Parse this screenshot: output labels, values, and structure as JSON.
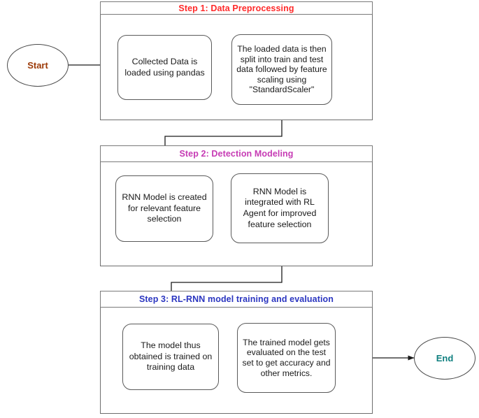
{
  "diagram": {
    "title": "Machine learning pipeline flowchart",
    "colors": {
      "step1_header_text": "#ff2a2a",
      "step2_header_text": "#c63bb4",
      "step3_header_text": "#2b36c0",
      "start_text": "#9c3a08",
      "end_text": "#0f7f7f",
      "box_border": "#5a5a5a",
      "panel_border": "#6d6d6d",
      "connector": "#1a1a1a",
      "background": "#ffffff"
    }
  },
  "terminators": {
    "start": {
      "label": "Start"
    },
    "end": {
      "label": "End"
    }
  },
  "steps": [
    {
      "id": "step1",
      "header": "Step 1: Data Preprocessing",
      "boxes": [
        {
          "id": "s1b1",
          "text": "Collected Data is loaded using pandas"
        },
        {
          "id": "s1b2",
          "text": "The loaded data is then split into train and test data followed by feature scaling using \"StandardScaler\""
        }
      ]
    },
    {
      "id": "step2",
      "header": "Step 2: Detection Modeling",
      "boxes": [
        {
          "id": "s2b1",
          "text": "RNN Model is created for relevant feature selection"
        },
        {
          "id": "s2b2",
          "text": "RNN Model is integrated with RL Agent for improved feature selection"
        }
      ]
    },
    {
      "id": "step3",
      "header": "Step 3: RL-RNN model training and evaluation",
      "boxes": [
        {
          "id": "s3b1",
          "text": "The model thus obtained is trained on training data"
        },
        {
          "id": "s3b2",
          "text": "The trained model gets evaluated on the test set to get accuracy and other metrics."
        }
      ]
    }
  ],
  "connectors": [
    {
      "id": "start-to-s1b1",
      "from": "start",
      "to": "s1b1",
      "kind": "arrow-right"
    },
    {
      "id": "s1b1-to-s1b2",
      "from": "s1b1",
      "to": "s1b2",
      "kind": "arrow-right"
    },
    {
      "id": "s1b2-to-s2b1",
      "from": "s1b2",
      "to": "s2b1",
      "kind": "elbow-down"
    },
    {
      "id": "s2b1-to-s2b2",
      "from": "s2b1",
      "to": "s2b2",
      "kind": "arrow-right"
    },
    {
      "id": "s2b2-to-s3b1",
      "from": "s2b2",
      "to": "s3b1",
      "kind": "elbow-down"
    },
    {
      "id": "s3b1-to-s3b2",
      "from": "s3b1",
      "to": "s3b2",
      "kind": "arrow-right"
    },
    {
      "id": "s3b2-to-end",
      "from": "s3b2",
      "to": "end",
      "kind": "arrow-right"
    }
  ]
}
